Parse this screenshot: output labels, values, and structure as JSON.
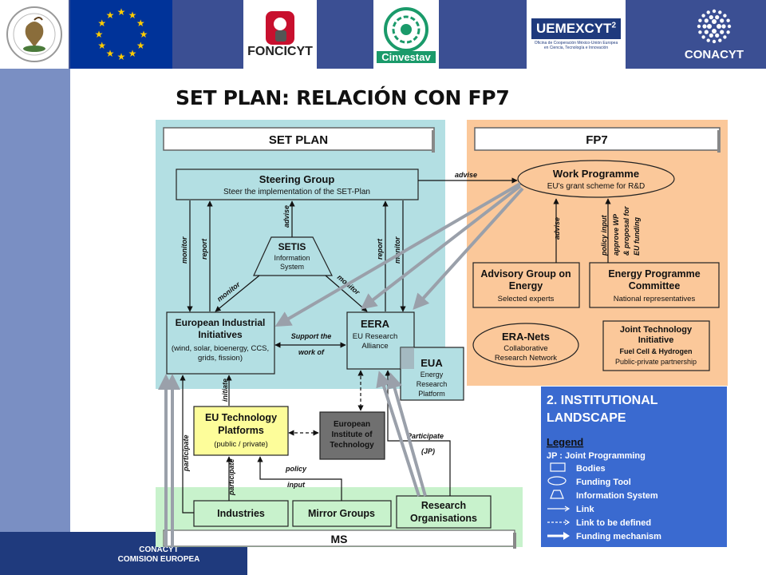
{
  "header": {
    "logos": {
      "foncicyt": "FONCICYT",
      "cinvestav": "Cinvestav",
      "uemexcyt": "UEMEXCYT",
      "uemexcyt_sup": "2",
      "uemexcyt_sub1": "Oficina de Cooperación México-Unión Europea",
      "uemexcyt_sub2": "en Ciencia, Tecnología e Innovación",
      "conacyt": "CONACYT"
    }
  },
  "title": "SET PLAN:  RELACIÓN CON FP7",
  "footer": {
    "line1": "CONACYT",
    "line2": "COMISION EUROPEA"
  },
  "diagram": {
    "set_plan_header": "SET PLAN",
    "fp7_header": "FP7",
    "steering_group": {
      "title": "Steering Group",
      "sub": "Steer the implementation of the SET-Plan"
    },
    "work_programme": {
      "title": "Work Programme",
      "sub": "EU's grant scheme for R&D"
    },
    "setis": {
      "title": "SETIS",
      "sub1": "Information",
      "sub2": "System"
    },
    "eii": {
      "title1": "European Industrial",
      "title2": "Initiatives",
      "sub1": "(wind, solar, bioenergy, CCS,",
      "sub2": "grids, fission)"
    },
    "eera": {
      "title": "EERA",
      "sub1": "EU Research",
      "sub2": "Alliance"
    },
    "eua": {
      "title": "EUA",
      "sub1": "Energy",
      "sub2": "Research",
      "sub3": "Platform"
    },
    "advisory_group": {
      "title1": "Advisory Group on",
      "title2": "Energy",
      "sub": "Selected experts"
    },
    "energy_committee": {
      "title1": "Energy Programme",
      "title2": "Committee",
      "sub": "National representatives"
    },
    "era_nets": {
      "title": "ERA-Nets",
      "sub1": "Collaborative",
      "sub2": "Research Network"
    },
    "jti": {
      "title1": "Joint Technology",
      "title2": "Initiative",
      "sub1": "Fuel Cell & Hydrogen",
      "sub2": "Public-private partnership"
    },
    "etp": {
      "title1": "EU Technology",
      "title2": "Platforms",
      "sub": "(public / private)"
    },
    "eit": {
      "line1": "European",
      "line2": "Institute of",
      "line3": "Technology"
    },
    "industries": "Industries",
    "mirror_groups": "Mirror Groups",
    "research_orgs": {
      "line1": "Research",
      "line2": "Organisations"
    },
    "ms": "MS",
    "labels": {
      "advise_top": "advise",
      "advise_setis": "advise",
      "advise_fp7": "advise",
      "monitor_left": "monitor",
      "report_left": "report",
      "report_right": "report",
      "monitor_right": "monitor",
      "monitor_diag_left": "monitor",
      "monitor_diag_right": "monitor",
      "support1": "Support the",
      "support2": "work of",
      "initiate": "initiate",
      "participate1": "participate",
      "participate2": "participate",
      "participate_jp": "Participate",
      "jp": "(JP)",
      "policy": "policy",
      "input": "input",
      "policy_rotated1": "policy input",
      "policy_rotated2": "approve WP",
      "policy_rotated3": "& proposal for",
      "policy_rotated4": "EU funding"
    }
  },
  "legend": {
    "heading1": "2. INSTITUTIONAL",
    "heading2": "LANDSCAPE",
    "legend_title": "Legend",
    "jp_note": "JP : Joint Programming",
    "items": [
      "Bodies",
      "Funding Tool",
      "Information System",
      "Link",
      "Link to be defined",
      "Funding mechanism"
    ]
  },
  "colors": {
    "header_bg": "#3b4f93",
    "left_bar": "#7a8fc3",
    "set_plan_bg": "#b3dfe3",
    "fp7_bg": "#fbc89a",
    "ms_bg": "#c8f2cc",
    "legend_bg": "#3a6ad0",
    "etp_yellow": "#fdfd9a",
    "eit_gray": "#707070"
  }
}
